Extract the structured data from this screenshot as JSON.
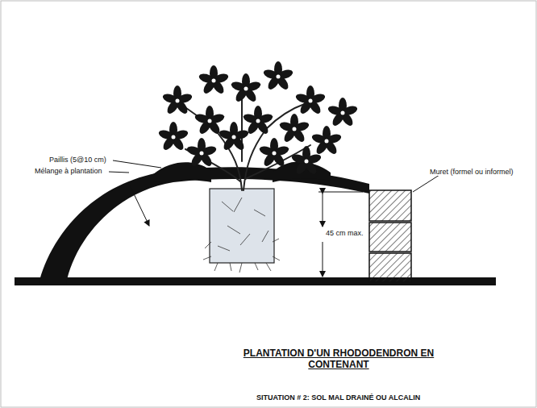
{
  "diagram": {
    "title": "PLANTATION D'UN RHODODENDRON EN CONTENANT",
    "caption": "SITUATION # 2: SOL MAL DRAINÉ OU ALCALIN",
    "labels": [
      "Paillis (5@10 cm)",
      "Mélange à plantation",
      "Muret (formel ou informel)",
      "45 cm max."
    ]
  }
}
